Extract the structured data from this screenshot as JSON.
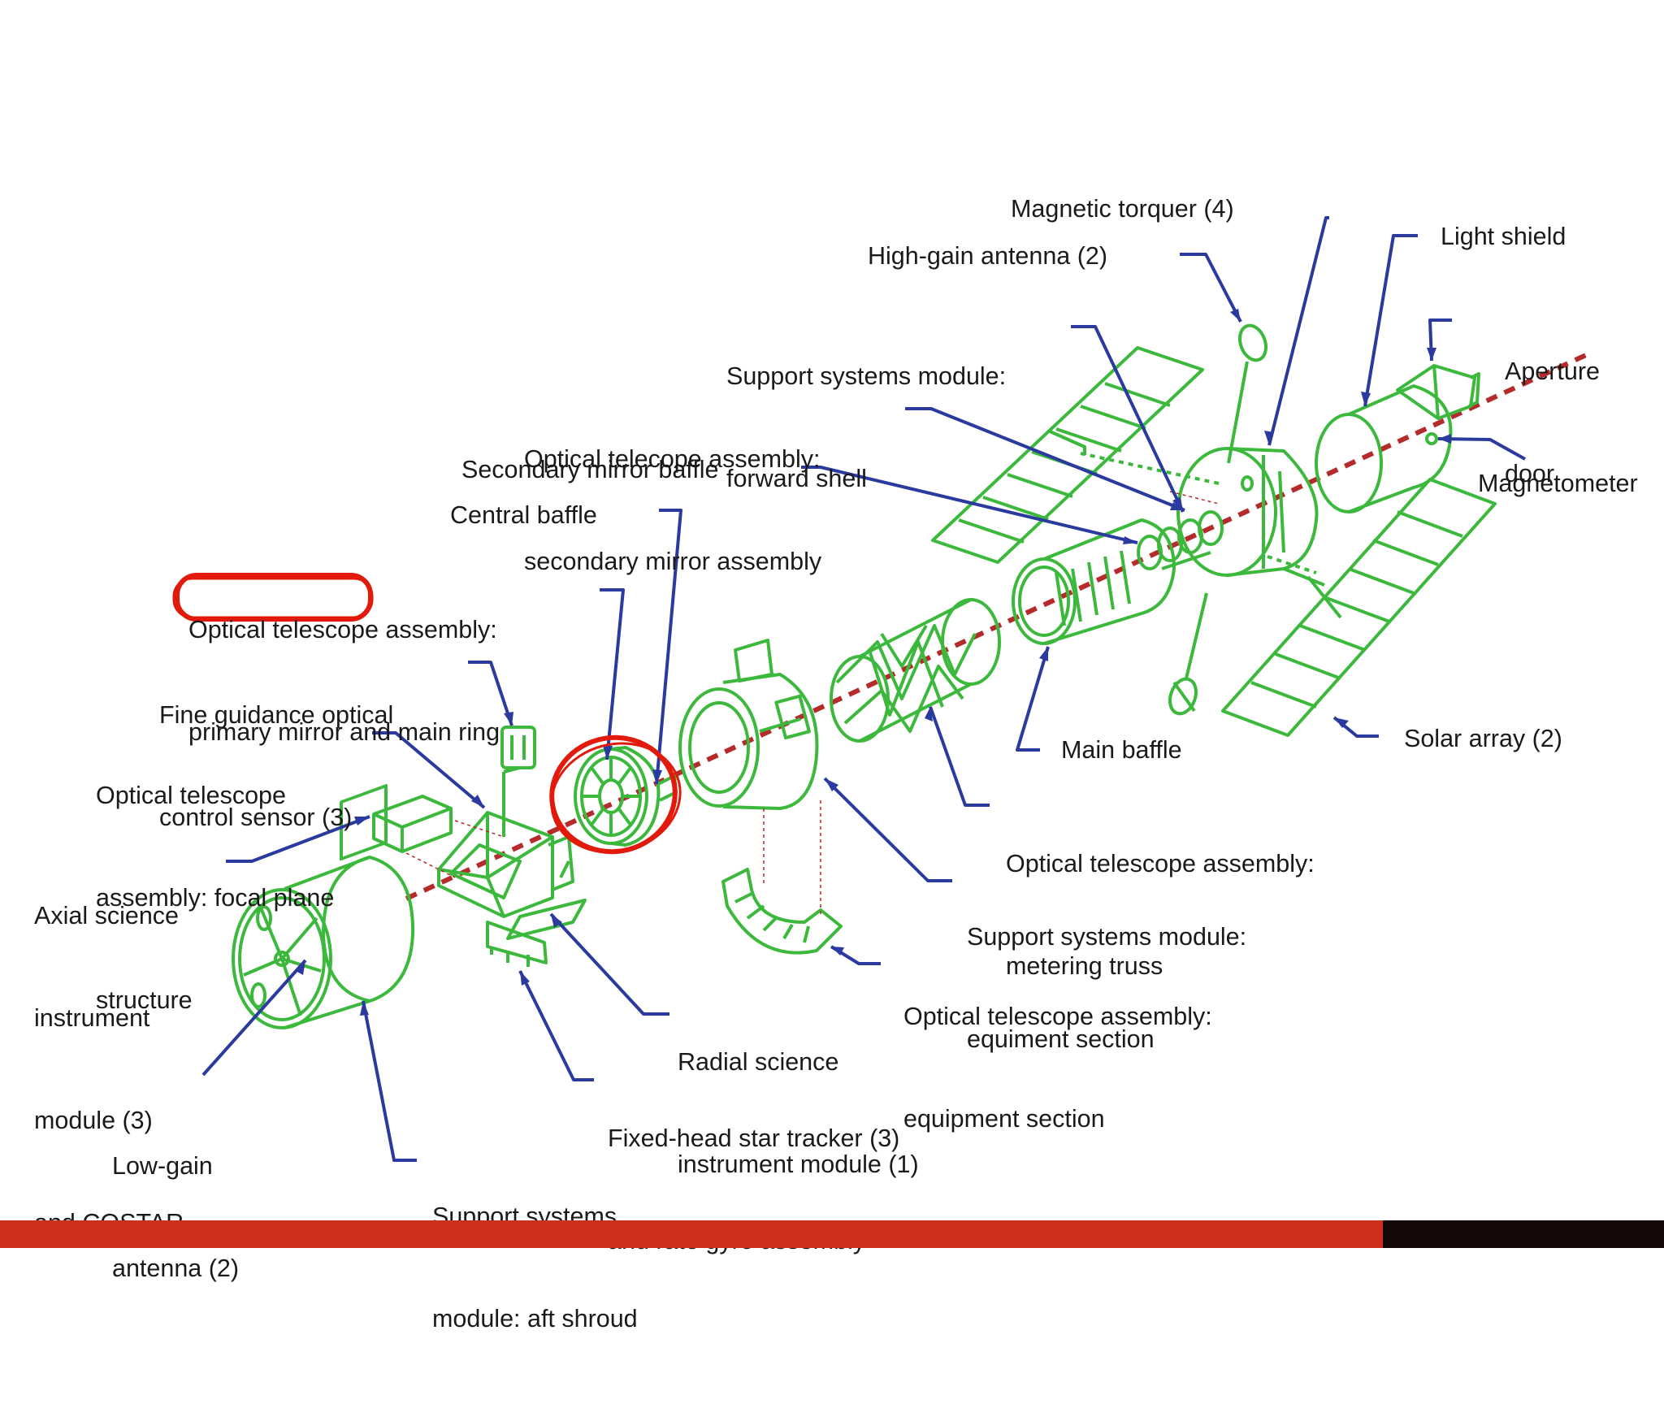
{
  "labels": {
    "magnetic_torquer": "Magnetic torquer (4)",
    "high_gain_antenna": "High-gain antenna (2)",
    "light_shield": "Light shield",
    "aperture_door": [
      "Aperture",
      "door"
    ],
    "magnetometer": "Magnetometer",
    "ssm_forward_shell": [
      "Support systems module:",
      "forward shell"
    ],
    "ota_secondary_mirror": [
      "Optical telecope assembly:",
      "secondary mirror assembly"
    ],
    "secondary_mirror_baffle": "Secondary mirror baffle",
    "central_baffle": "Central baffle",
    "ota_primary_mirror": [
      "Optical telescope assembly:",
      "primary mirror and main ring"
    ],
    "fine_guidance": [
      "Fine guidance optical",
      "control sensor (3)"
    ],
    "ota_focal_plane": [
      "Optical telescope",
      "assembly: focal plane",
      "structure"
    ],
    "axial_science": [
      "Axial science",
      "instrument",
      "module (3)",
      "and COSTAR"
    ],
    "main_baffle": "Main baffle",
    "solar_array": "Solar array (2)",
    "ota_metering_truss": [
      "Optical telescope assembly:",
      "metering truss"
    ],
    "ssm_equipment": [
      "Support systems module:",
      "equiment section"
    ],
    "ota_equipment": [
      "Optical telescope assembly:",
      "equipment section"
    ],
    "radial_science": [
      "Radial science",
      "instrument module (1)"
    ],
    "star_tracker": [
      "Fixed-head star tracker (3)",
      "and rate gyro assembly"
    ],
    "low_gain_antenna": [
      "Low-gain",
      "antenna (2)"
    ],
    "ssm_aft_shroud": [
      "Support systems",
      "module: aft shroud"
    ]
  },
  "colors": {
    "hardware": "#3cb93c",
    "leader": "#2b3a9e",
    "axis": "#b52a2a",
    "highlight": "#e11a0c",
    "footer_bar": "#cc2f1c",
    "footer_dark": "#140808"
  },
  "highlight_target": "primary mirror"
}
